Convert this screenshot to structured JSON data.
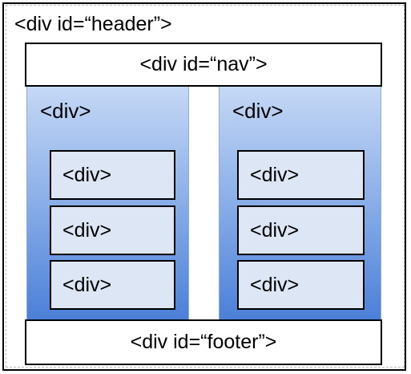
{
  "header": {
    "label": "<div id=“header”>"
  },
  "nav": {
    "label": "<div id=“nav”>"
  },
  "columns": [
    {
      "label": "<div>",
      "items": [
        "<div>",
        "<div>",
        "<div>"
      ]
    },
    {
      "label": "<div>",
      "items": [
        "<div>",
        "<div>",
        "<div>"
      ]
    }
  ],
  "footer": {
    "label": "<div id=“footer”>"
  },
  "colors": {
    "column_top": "#c5d8f6",
    "column_bottom": "#4b80d8",
    "inner_box": "#dce6f4",
    "border": "#000000"
  }
}
